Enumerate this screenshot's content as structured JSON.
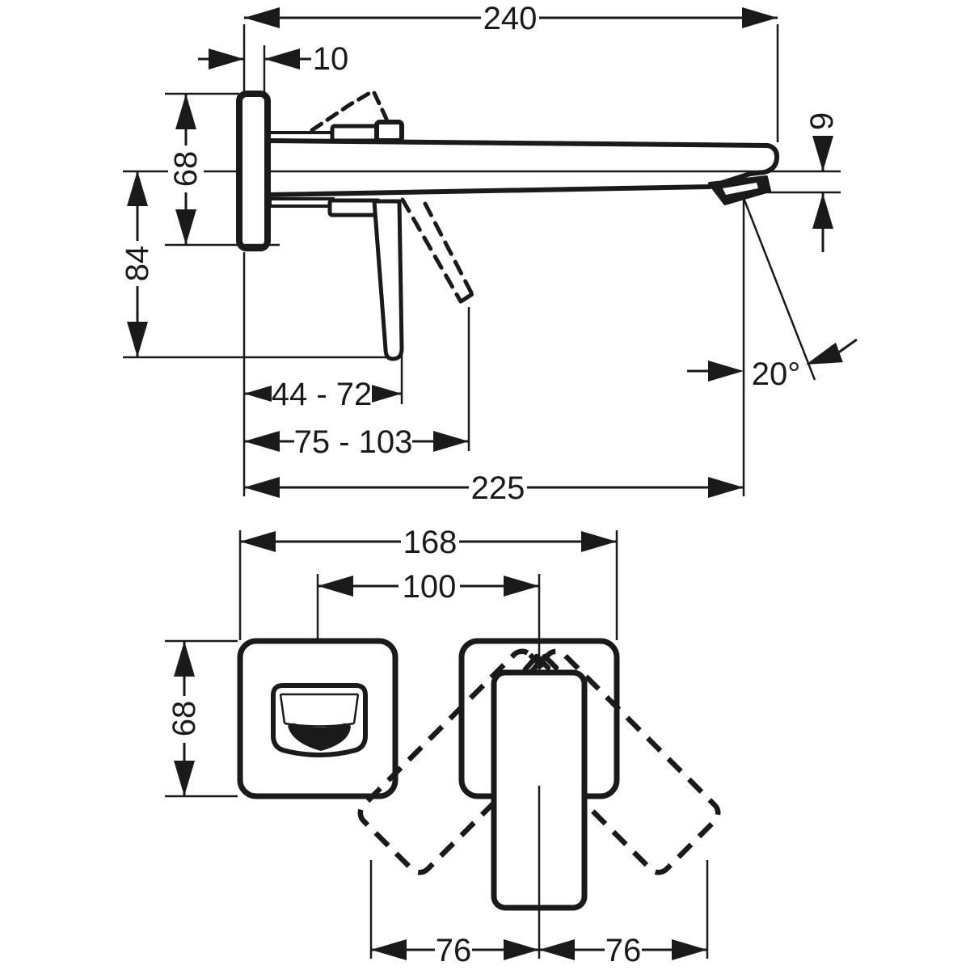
{
  "drawing": {
    "ink_color": "#1a1a1a",
    "paper_color": "#ffffff"
  },
  "dims": {
    "spout_length": "240",
    "plate_thickness": "10",
    "plate_height": "68",
    "below_outlet": "84",
    "outlet_height": "9",
    "spray_angle": "20°",
    "lever_reach_closed": "44 - 72",
    "lever_reach_open": "75 - 103",
    "outlet_reach": "225",
    "front_overall_width": "168",
    "front_center_distance": "100",
    "front_plate_height": "68",
    "swing_left": "76",
    "swing_right": "76"
  }
}
